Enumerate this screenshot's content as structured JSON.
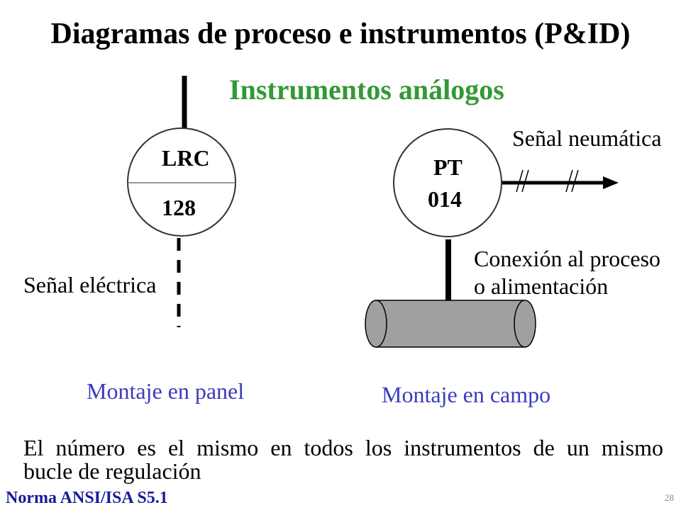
{
  "slide": {
    "title": "Diagramas de proceso e instrumentos (P&ID)",
    "subtitle": "Instrumentos análogos",
    "footer": "Norma ANSI/ISA S5.1",
    "page_number": "28"
  },
  "panel_instrument": {
    "tag_letters": "LRC",
    "tag_number": "128",
    "signal_label": "Señal eléctrica",
    "mounting_label": "Montaje en panel"
  },
  "field_instrument": {
    "tag_letters": "PT",
    "tag_number": "014",
    "signal_label": "Señal neumática",
    "connection_label_lines": [
      "Conexión al proceso",
      "o alimentación"
    ],
    "mounting_label": "Montaje en campo"
  },
  "note_lines": [
    "El número es el mismo en todos los instrumentos de un mismo",
    "bucle de regulación"
  ],
  "colors": {
    "title": "#000000",
    "subtitle": "#339933",
    "mounting_labels": "#3b3bbd",
    "footer": "#1a1a99",
    "page_number": "#888888",
    "pipe_fill": "#a0a0a0"
  }
}
